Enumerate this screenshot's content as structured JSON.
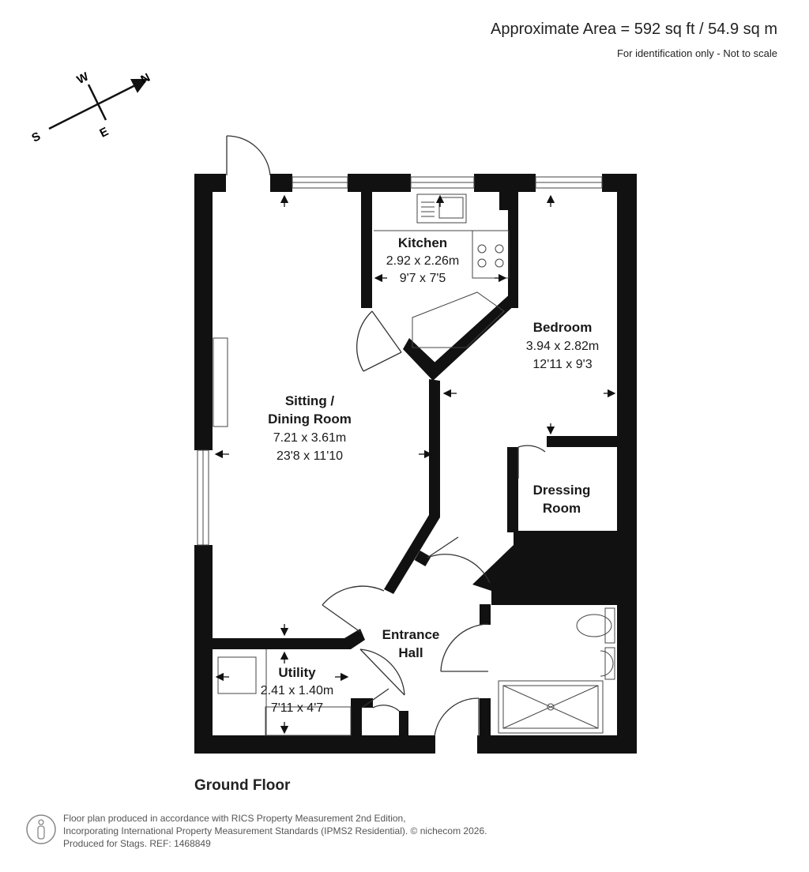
{
  "header": {
    "area": "Approximate Area = 592 sq ft / 54.9 sq m",
    "note": "For identification only - Not to scale"
  },
  "compass": {
    "w": "W",
    "n": "N",
    "s": "S",
    "e": "E"
  },
  "rooms": {
    "sitting": {
      "name_line1": "Sitting /",
      "name_line2": "Dining Room",
      "metric": "7.21 x 3.61m",
      "imperial": "23'8 x 11'10"
    },
    "kitchen": {
      "name": "Kitchen",
      "metric": "2.92 x 2.26m",
      "imperial": "9'7 x 7'5"
    },
    "bedroom": {
      "name": "Bedroom",
      "metric": "3.94 x 2.82m",
      "imperial": "12'11 x 9'3"
    },
    "dressing": {
      "name_line1": "Dressing",
      "name_line2": "Room"
    },
    "entrance": {
      "name_line1": "Entrance",
      "name_line2": "Hall"
    },
    "utility": {
      "name": "Utility",
      "metric": "2.41 x 1.40m",
      "imperial": "7'11 x 4'7"
    }
  },
  "floor_label": "Ground Floor",
  "footer": {
    "line1": "Floor plan produced in accordance with RICS Property Measurement 2nd Edition,",
    "line2": "Incorporating International Property Measurement Standards (IPMS2 Residential).  © nichecom 2026.",
    "line3": "Produced for Stags.   REF: 1468849"
  }
}
